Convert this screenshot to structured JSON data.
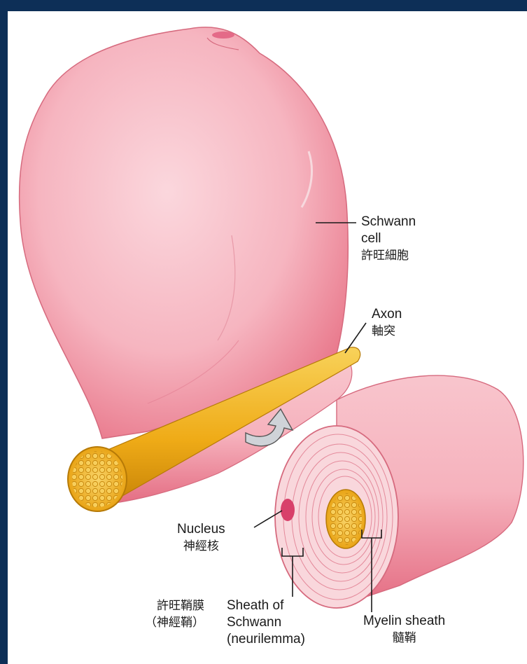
{
  "labels": {
    "schwann_cell": {
      "en_line1": "Schwann",
      "en_line2": "cell",
      "zh": "許旺細胞"
    },
    "axon": {
      "en": "Axon",
      "zh": "軸突"
    },
    "nucleus": {
      "en": "Nucleus",
      "zh": "神經核"
    },
    "sheath_of_schwann": {
      "en_line1": "Sheath of",
      "en_line2": "Schwann",
      "en_line3": "(neurilemma)",
      "zh_line1": "許旺鞘膜",
      "zh_line2": "（神經鞘）"
    },
    "myelin_sheath": {
      "en": "Myelin sheath",
      "zh": "髓鞘"
    }
  },
  "colors": {
    "background": "#0d2f57",
    "schwann_pink": "#f4a9b4",
    "axon_yellow": "#f2b61f",
    "nucleus": "#d8406a"
  }
}
